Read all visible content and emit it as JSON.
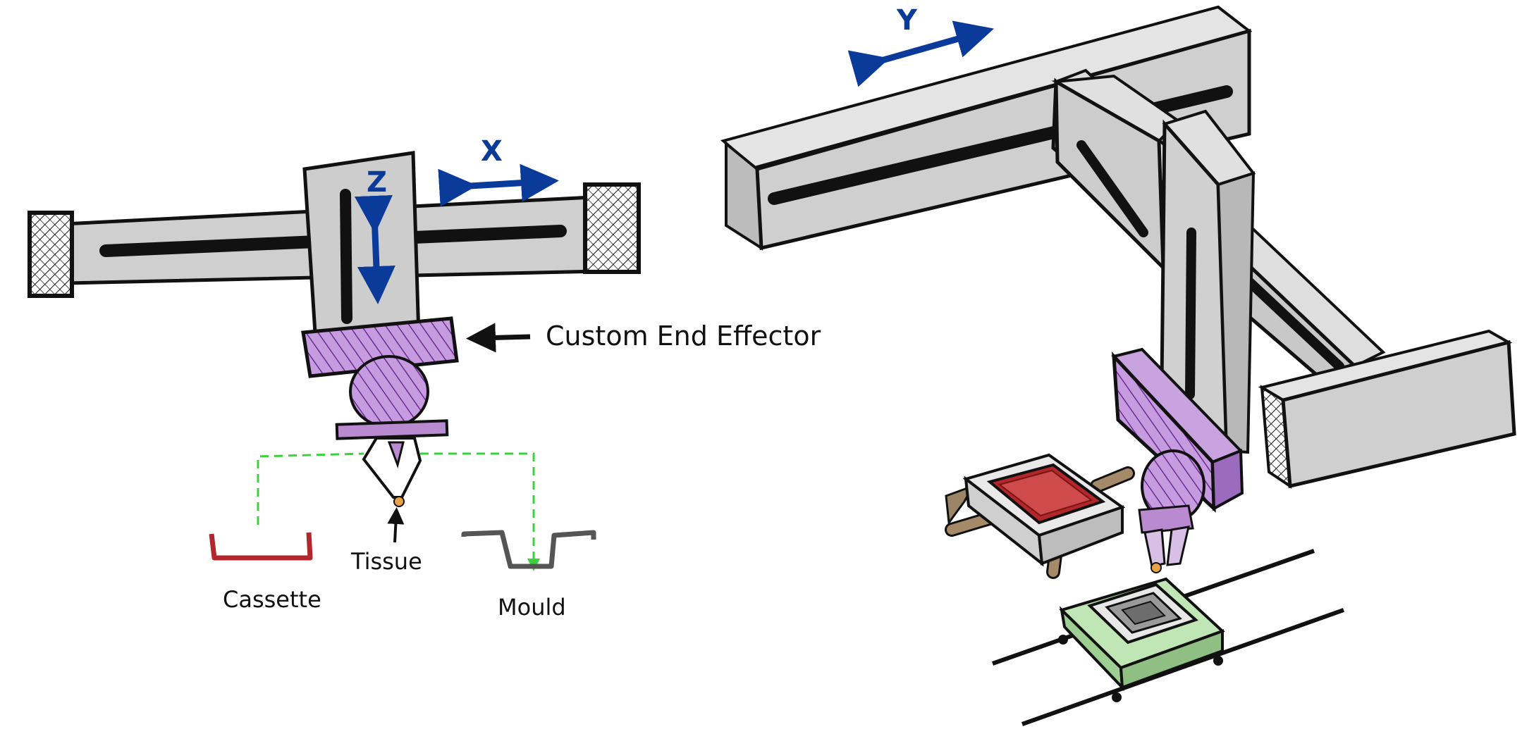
{
  "labels": {
    "axis_x": "X",
    "axis_y": "Y",
    "axis_z": "Z",
    "end_effector": "Custom End Effector",
    "tissue": "Tissue",
    "cassette": "Cassette",
    "mould": "Mould"
  },
  "colors": {
    "frame": "#c9c9c9",
    "outline": "#111111",
    "axis_arrow": "#0a3a9a",
    "end_effector": "#b98ad0",
    "cassette": "#b3262b",
    "mould": "#555555",
    "path": "#3ad23a",
    "scale": "#a8dca0",
    "tissue": "#e8a24a"
  }
}
